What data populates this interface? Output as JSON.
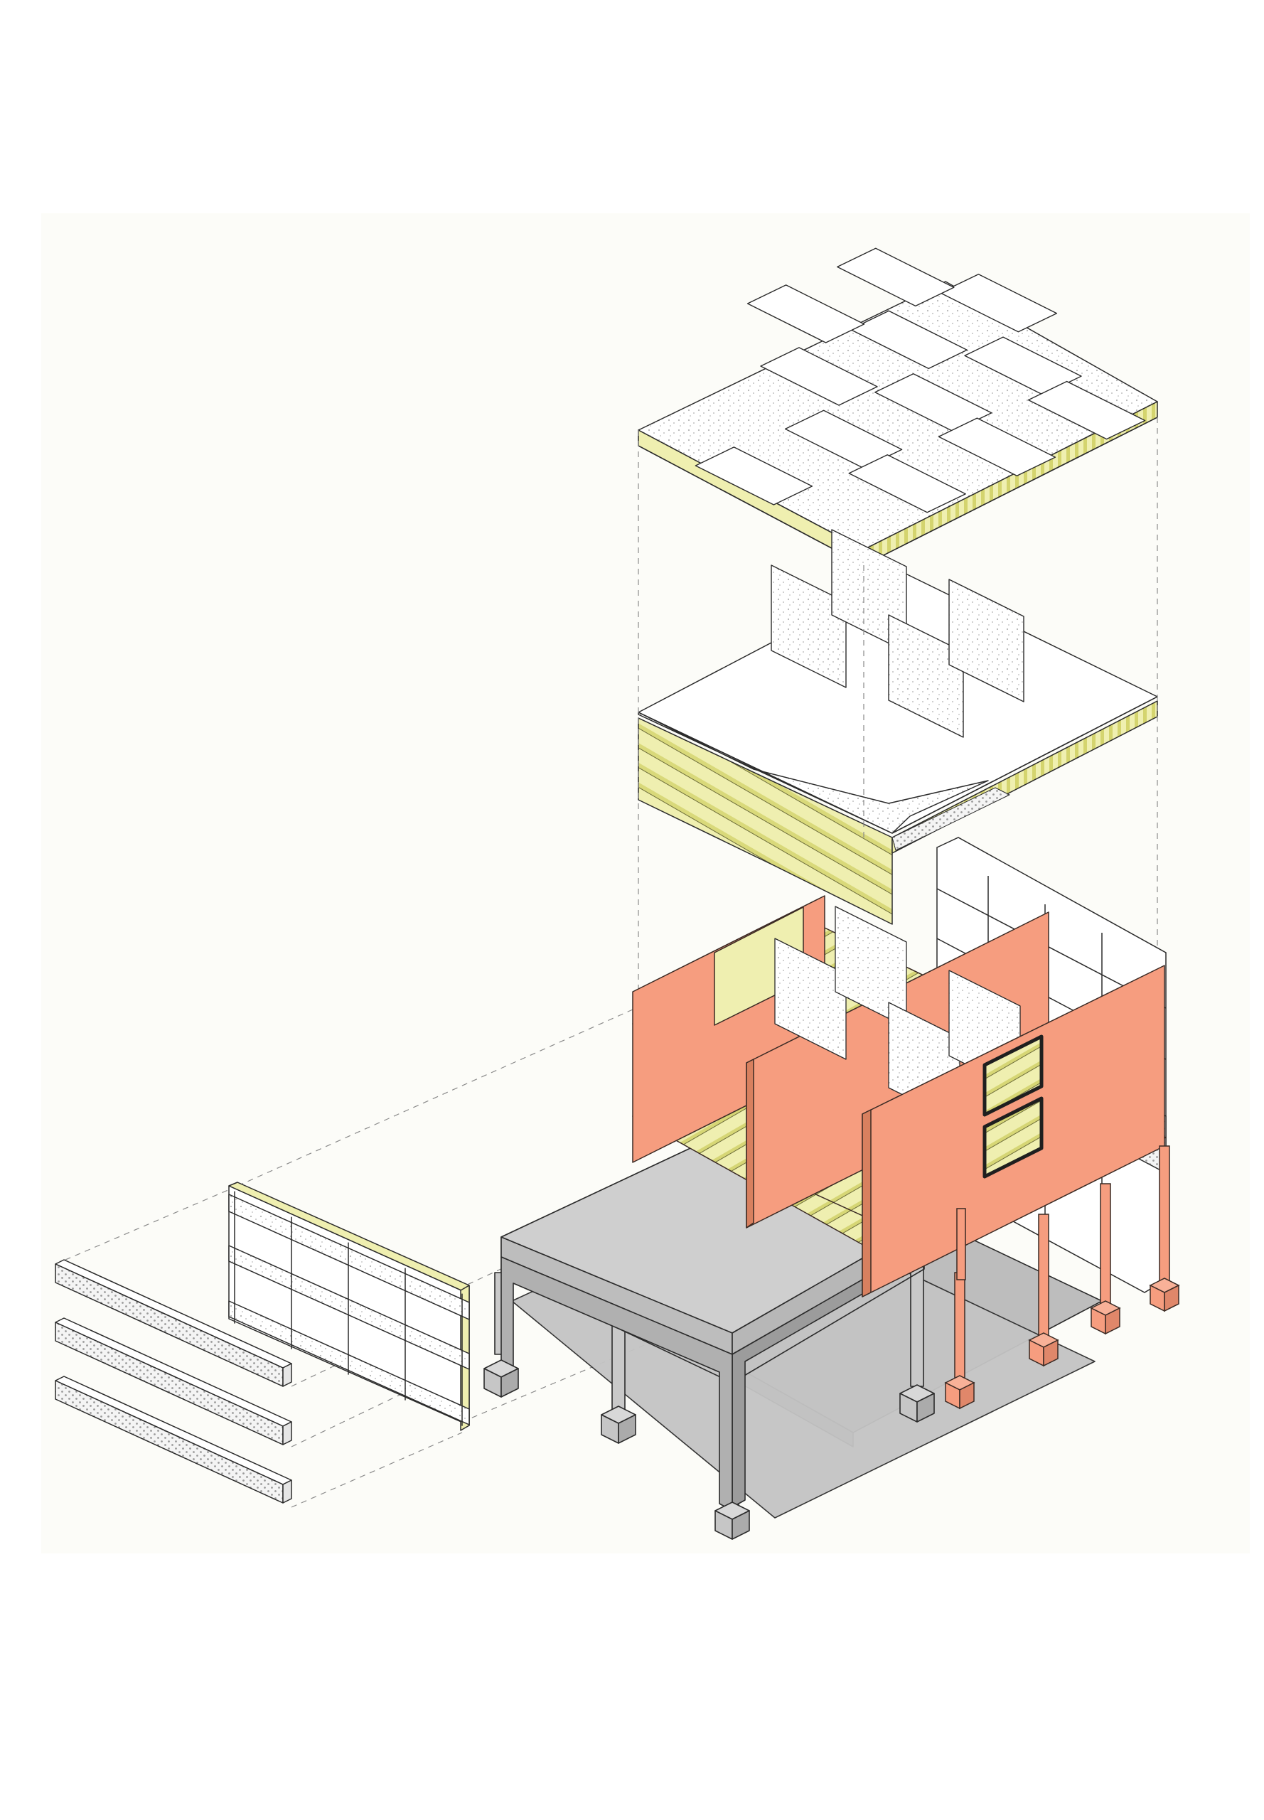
{
  "diagram": {
    "components": [
      {
        "id": "roof-slab",
        "pv_panels": 12
      },
      {
        "id": "upper-floor-deck",
        "partition_panels": 4
      },
      {
        "id": "timber-frame-module",
        "partition_panels": 4,
        "openings": 2
      },
      {
        "id": "concrete-base-frame",
        "footings": 4
      },
      {
        "id": "pink-column-frame",
        "columns": 5
      },
      {
        "id": "facade-panel"
      },
      {
        "id": "cladding-strips",
        "count": 3
      }
    ]
  },
  "colors": {
    "background": "#fdfdfa",
    "panel_bg": "#fcfcf7",
    "line": "#2b2b2b",
    "guide": "#8a8a8a",
    "timber": "#efefb0",
    "timber_dark": "#d9d97a",
    "brick": "#f69d7f",
    "brick_line": "#3a2a24",
    "concrete": "#c9c9c9",
    "concrete_light": "#d8d8d8",
    "concrete_dark": "#a9a9a9",
    "panel_white": "#ffffff",
    "hatch": "#cfcfcf"
  }
}
